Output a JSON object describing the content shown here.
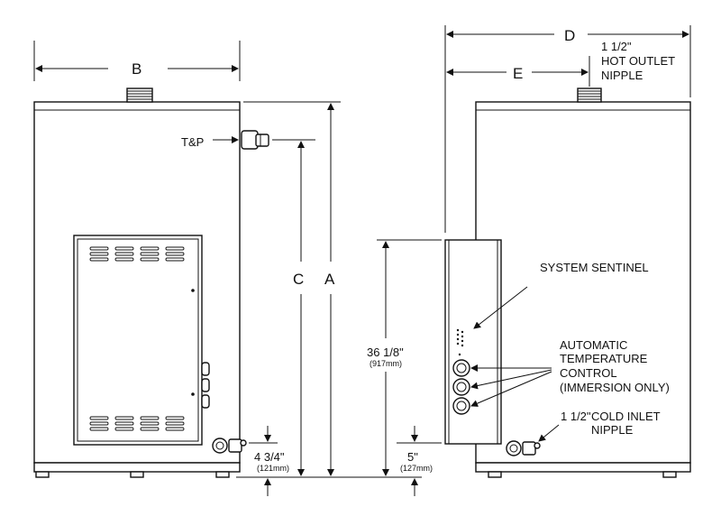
{
  "figure": {
    "dims": {
      "A": "A",
      "B": "B",
      "C": "C",
      "D": "D",
      "E": "E"
    },
    "labels": {
      "tp": "T&P",
      "hot_outlet_frac": "1 1/2\"",
      "hot_outlet_line1": "HOT OUTLET",
      "hot_outlet_line2": "NIPPLE",
      "system_sentinel": "SYSTEM SENTINEL",
      "atc_line1": "AUTOMATIC",
      "atc_line2": "TEMPERATURE",
      "atc_line3": "CONTROL",
      "atc_line4": "(IMMERSION ONLY)",
      "cold_inlet_frac": "1 1/2\"",
      "cold_inlet_line1": "COLD INLET",
      "cold_inlet_line2": "NIPPLE"
    },
    "measurements": {
      "height_36": "36 1/8\"",
      "height_36_mm": "(917mm)",
      "inlet_4": "4 3/4\"",
      "inlet_4_mm": "(121mm)",
      "base_5": "5\"",
      "base_5_mm": "(127mm)"
    }
  }
}
